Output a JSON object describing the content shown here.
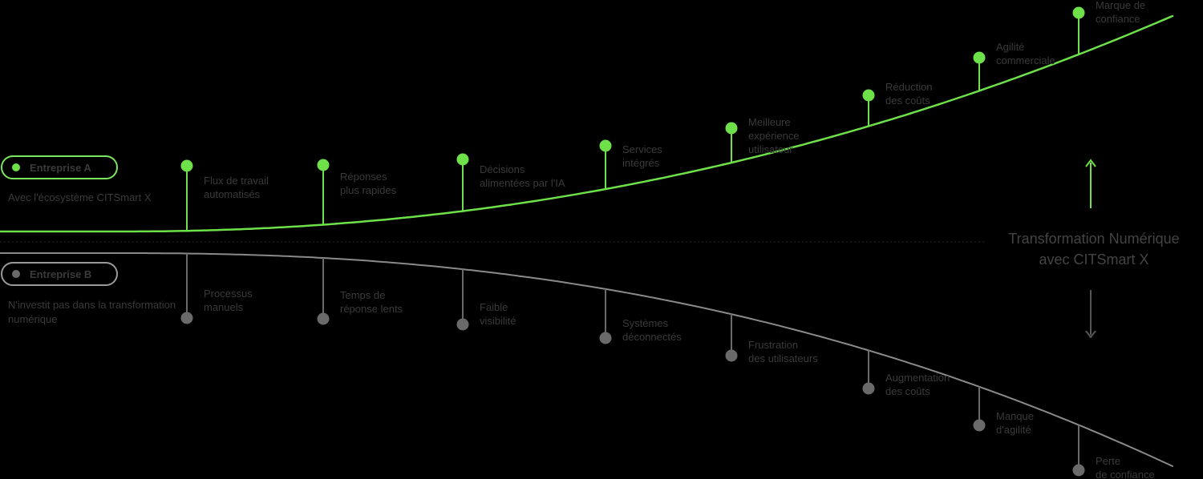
{
  "company_a": {
    "label": "Entreprise A",
    "description": "Avec l'écosystème CITSmart X",
    "color": "#6ee04a"
  },
  "company_b": {
    "label": "Entreprise B",
    "description": "N'investit pas dans la transformation numérique",
    "color": "#6a6a6a"
  },
  "center_label": "Transformation Numérique\navec CITSmart X",
  "milestones_a": [
    {
      "label": "Flux de travail\nautomatisés"
    },
    {
      "label": "Réponses\nplus rapides"
    },
    {
      "label": "Décisions\nalimentées par l'IA"
    },
    {
      "label": "Services\nintégrés"
    },
    {
      "label": "Meilleure\nexpérience\nutilisateur"
    },
    {
      "label": "Réduction\ndes coûts"
    },
    {
      "label": "Agilité\ncommerciale"
    },
    {
      "label": "Marque de\nconfiance"
    }
  ],
  "milestones_b": [
    {
      "label": "Processus\nmanuels"
    },
    {
      "label": "Temps de\nréponse lents"
    },
    {
      "label": "Faible\nvisibilité"
    },
    {
      "label": "Systèmes\ndéconnectés"
    },
    {
      "label": "Frustration\ndes utilisateurs"
    },
    {
      "label": "Augmentation\ndes coûts"
    },
    {
      "label": "Manque\nd'agilité"
    },
    {
      "label": "Perte\nde confiance"
    }
  ]
}
